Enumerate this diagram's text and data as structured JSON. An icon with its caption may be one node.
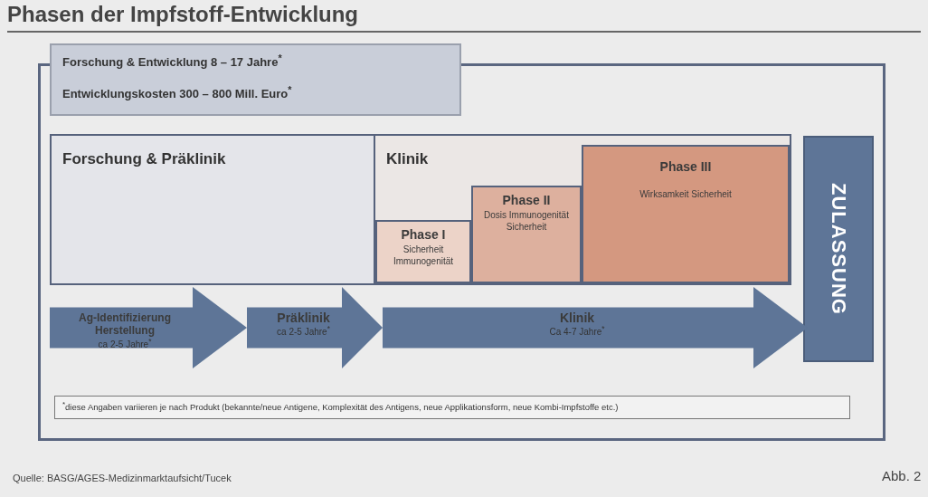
{
  "diagram": {
    "title": "Phasen der Impfstoff-Entwicklung",
    "nodes": [
      {
        "text": [],
        "shape": "box"
      },
      {
        "text": [
          "Forschung & Entwicklung 8 – 17 Jahre$^{*}$",
          "Entwicklungskosten 300 – 800 Mill. Euro$^{*}$"
        ]
      },
      {
        "text": [
          "Forschung & Präklinik"
        ],
        "in": 0
      },
      {
        "text": [
          "Klinik"
        ],
        "in": 0
      },
      {
        "text": [
          "Phase I",
          "Sicherheit Immunogenität"
        ],
        "in": 3
      },
      {
        "text": [
          "Phase II",
          "Dosis Immunogenität Sicherheit"
        ],
        "in": 3
      },
      {
        "text": [
          "Phase III",
          "Wirksamkeit Sicherheit"
        ],
        "in": 3
      },
      {
        "text": [
          "Ag-Identifizierung Herstellung",
          "ca 2-5 Jahre$^{*}$"
        ],
        "in": 0
      },
      {
        "text": [
          "Präklinik",
          "ca 2-5 Jahre$^{*}$"
        ],
        "in": 0
      },
      {
        "text": [
          "Klinik",
          "Ca 4-7 Jahre$^{*}$"
        ],
        "in": 0
      },
      {
        "text": [
          "ZULASSUNG"
        ],
        "in": 0
      },
      {
        "text": [
          "$^{*}$diese Angaben variieren je nach Produkt (bekannte/neue Antigene, Komplexität des Antigens, neue Applikationsform, neue Kombi-Impfstoffe etc.)"
        ],
        "in": 0
      }
    ],
    "labels": [
      "Quelle: BASG/AGES-Medizinmarktaufsicht/Tucek",
      "Abb. 2"
    ]
  }
}
